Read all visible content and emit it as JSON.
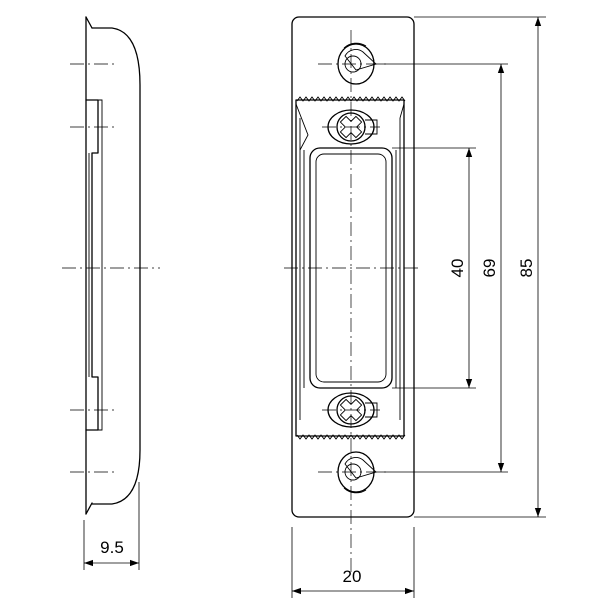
{
  "dimensions": {
    "side_thickness": "9.5",
    "width": "20",
    "slot_length": "40",
    "hole_spacing": "69",
    "overall_length": "85"
  }
}
